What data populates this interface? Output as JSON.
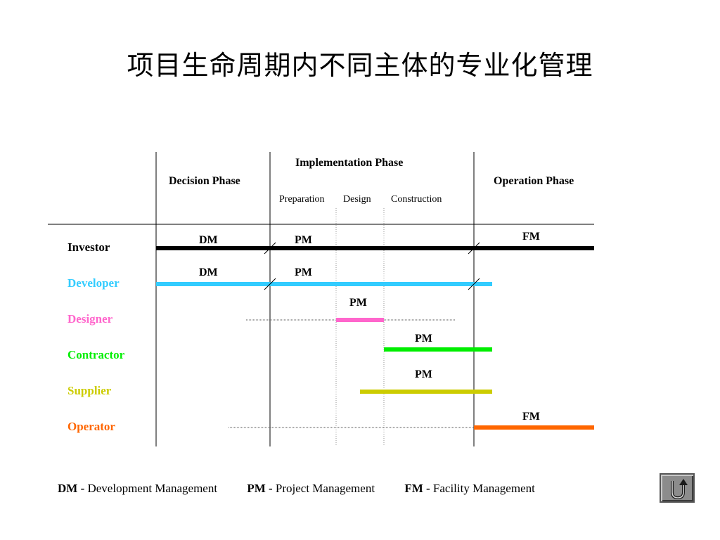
{
  "title": "项目生命周期内不同主体的专业化管理",
  "headers": {
    "decision": "Decision Phase",
    "implementation": "Implementation Phase",
    "operation": "Operation Phase",
    "preparation": "Preparation",
    "design": "Design",
    "construction": "Construction"
  },
  "roles": [
    {
      "id": "investor",
      "label": "Investor",
      "color": "#000000"
    },
    {
      "id": "developer",
      "label": "Developer",
      "color": "#33ccff"
    },
    {
      "id": "designer",
      "label": "Designer",
      "color": "#ff66cc"
    },
    {
      "id": "contractor",
      "label": "Contractor",
      "color": "#00ee00"
    },
    {
      "id": "supplier",
      "label": "Supplier",
      "color": "#cccc00"
    },
    {
      "id": "operator",
      "label": "Operator",
      "color": "#ff6600"
    }
  ],
  "tags": {
    "investor_dm": "DM",
    "investor_pm": "PM",
    "investor_fm": "FM",
    "developer_dm": "DM",
    "developer_pm": "PM",
    "designer_pm": "PM",
    "contractor_pm": "PM",
    "supplier_pm": "PM",
    "operator_fm": "FM"
  },
  "legend": {
    "dm_abbr": "DM -",
    "dm_text": " Development Management",
    "pm_abbr": "PM -",
    "pm_text": " Project Management",
    "fm_abbr": "FM -",
    "fm_text": " Facility Management"
  },
  "icons": {
    "back": "u-turn-back-icon"
  }
}
